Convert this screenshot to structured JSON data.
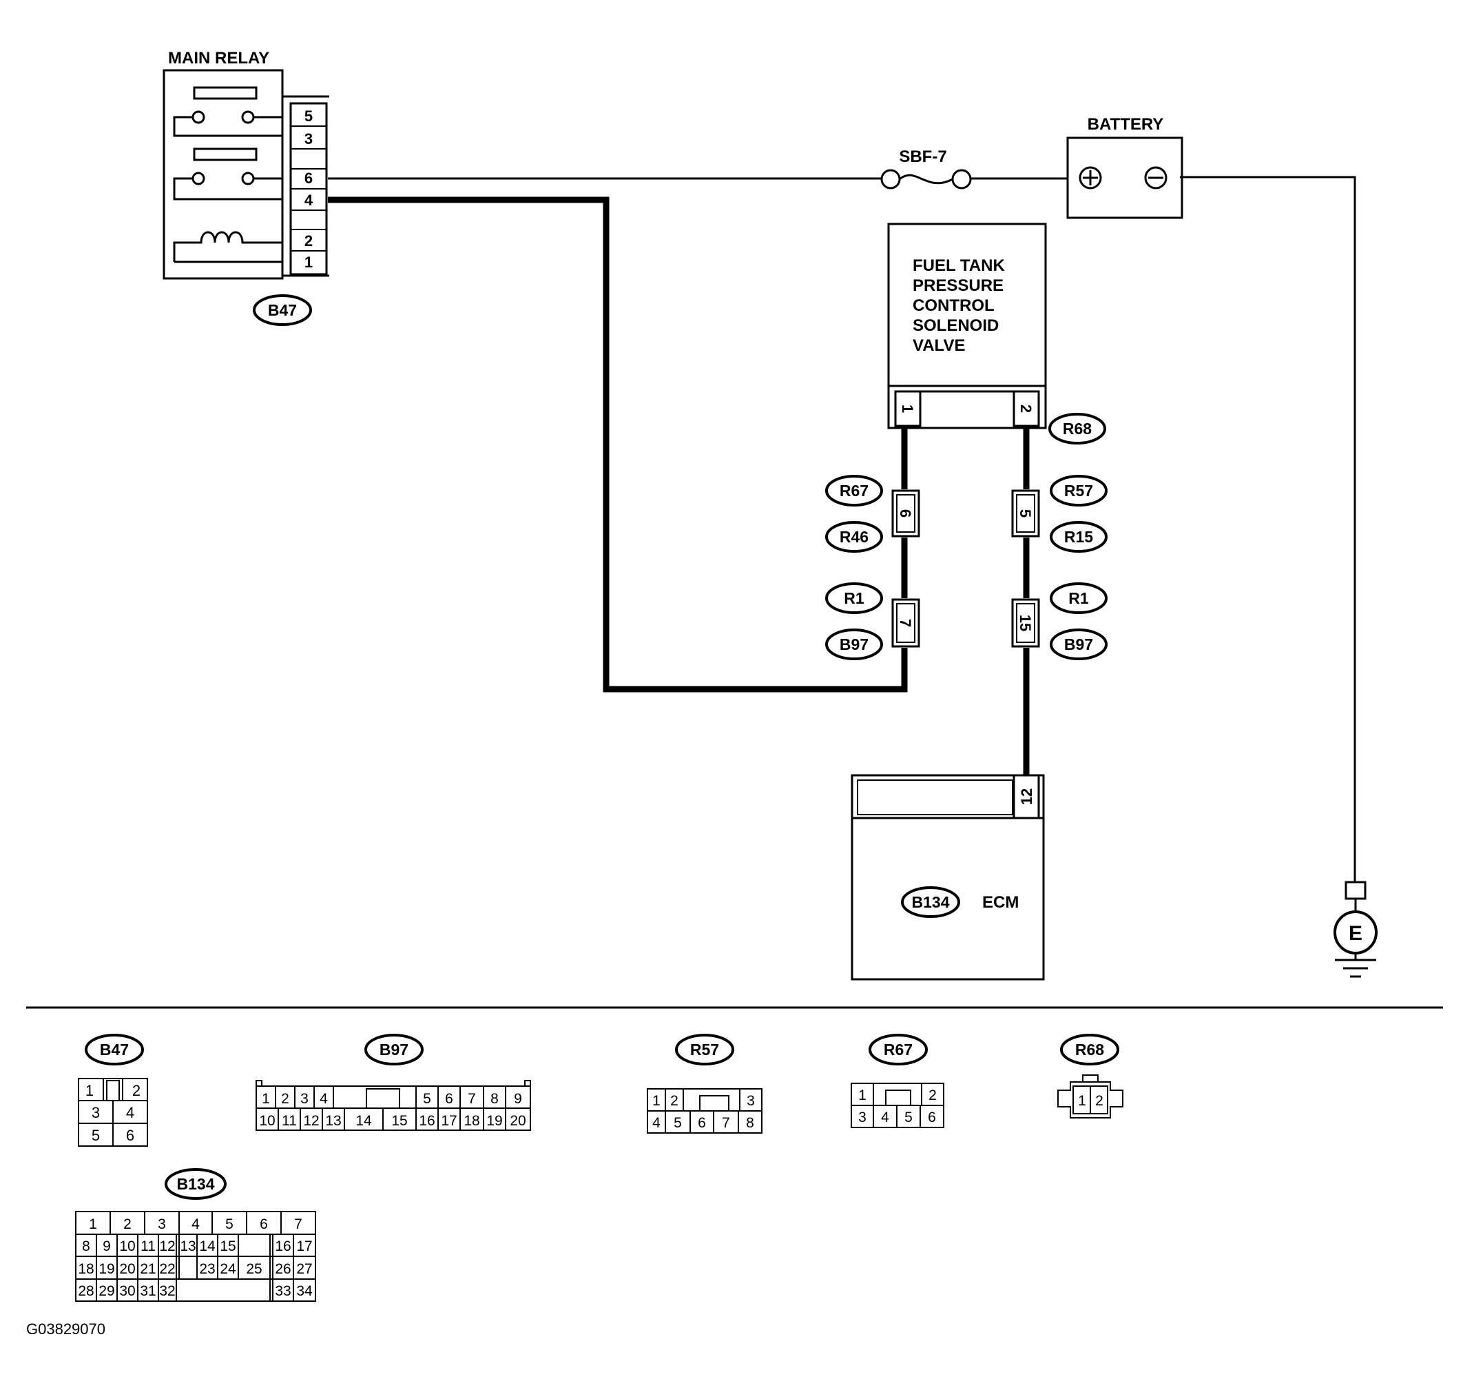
{
  "components": {
    "main_relay": {
      "title": "MAIN RELAY",
      "pins": [
        "5",
        "3",
        "6",
        "4",
        "2",
        "1"
      ]
    },
    "battery": {
      "title": "BATTERY",
      "plus": "⊕",
      "minus": "⊖"
    },
    "fuse": {
      "label": "SBF-7"
    },
    "solenoid": {
      "lines": [
        "FUEL TANK",
        "PRESSURE",
        "CONTROL",
        "SOLENOID",
        "VALVE"
      ],
      "pin_left": "1",
      "pin_right": "2"
    },
    "ecm": {
      "label": "ECM",
      "pin": "12"
    },
    "ground": {
      "label": "E"
    }
  },
  "connector_tags": {
    "b47": "B47",
    "r68": "R68",
    "r67": "R67",
    "r46": "R46",
    "r57": "R57",
    "r15": "R15",
    "r1_left": "R1",
    "b97_left": "B97",
    "r1_right": "R1",
    "b97_right": "B97",
    "b134": "B134"
  },
  "inline_pins": {
    "r67_r46": "6",
    "r57_r15": "5",
    "r1_b97_left": "7",
    "r1_b97_right": "15"
  },
  "legend": {
    "b47": {
      "tag": "B47",
      "pins": [
        "1",
        "2",
        "3",
        "4",
        "5",
        "6"
      ]
    },
    "b97": {
      "tag": "B97",
      "row1": [
        "1",
        "2",
        "3",
        "4",
        "5",
        "6",
        "7",
        "8",
        "9"
      ],
      "row2": [
        "10",
        "11",
        "12",
        "13",
        "14",
        "15",
        "16",
        "17",
        "18",
        "19",
        "20"
      ]
    },
    "r57": {
      "tag": "R57",
      "row1": [
        "1",
        "2",
        "3"
      ],
      "row2": [
        "4",
        "5",
        "6",
        "7",
        "8"
      ]
    },
    "r67": {
      "tag": "R67",
      "row1": [
        "1",
        "2"
      ],
      "row2": [
        "3",
        "4",
        "5",
        "6"
      ]
    },
    "r68": {
      "tag": "R68",
      "pins": [
        "1",
        "2"
      ]
    },
    "b134": {
      "tag": "B134",
      "row1": [
        "1",
        "2",
        "3",
        "4",
        "5",
        "6",
        "7"
      ],
      "row2": [
        "8",
        "9",
        "10",
        "11",
        "12",
        "13",
        "14",
        "15",
        "16",
        "17"
      ],
      "row3": [
        "18",
        "19",
        "20",
        "21",
        "22",
        "23",
        "24",
        "25",
        "26",
        "27"
      ],
      "row4": [
        "28",
        "29",
        "30",
        "31",
        "32",
        "33",
        "34"
      ]
    }
  },
  "figure_code": "G03829070"
}
